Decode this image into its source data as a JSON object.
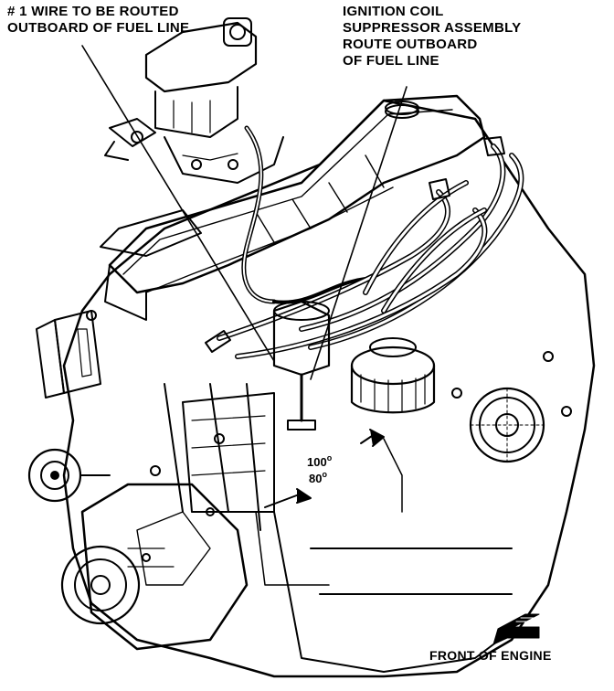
{
  "labels": {
    "wire_note": [
      "# 1 WIRE TO BE ROUTED",
      "OUTBOARD OF FUEL LINE"
    ],
    "coil_note": [
      "IGNITION COIL",
      "SUPPRESSOR ASSEMBLY",
      "ROUTE OUTBOARD",
      "OF FUEL LINE"
    ],
    "front_label": "FRONT OF ENGINE",
    "timing_100": "100",
    "timing_80": "80",
    "degree_mark": "o"
  },
  "colors": {
    "ink": "#000000",
    "paper": "#ffffff"
  }
}
